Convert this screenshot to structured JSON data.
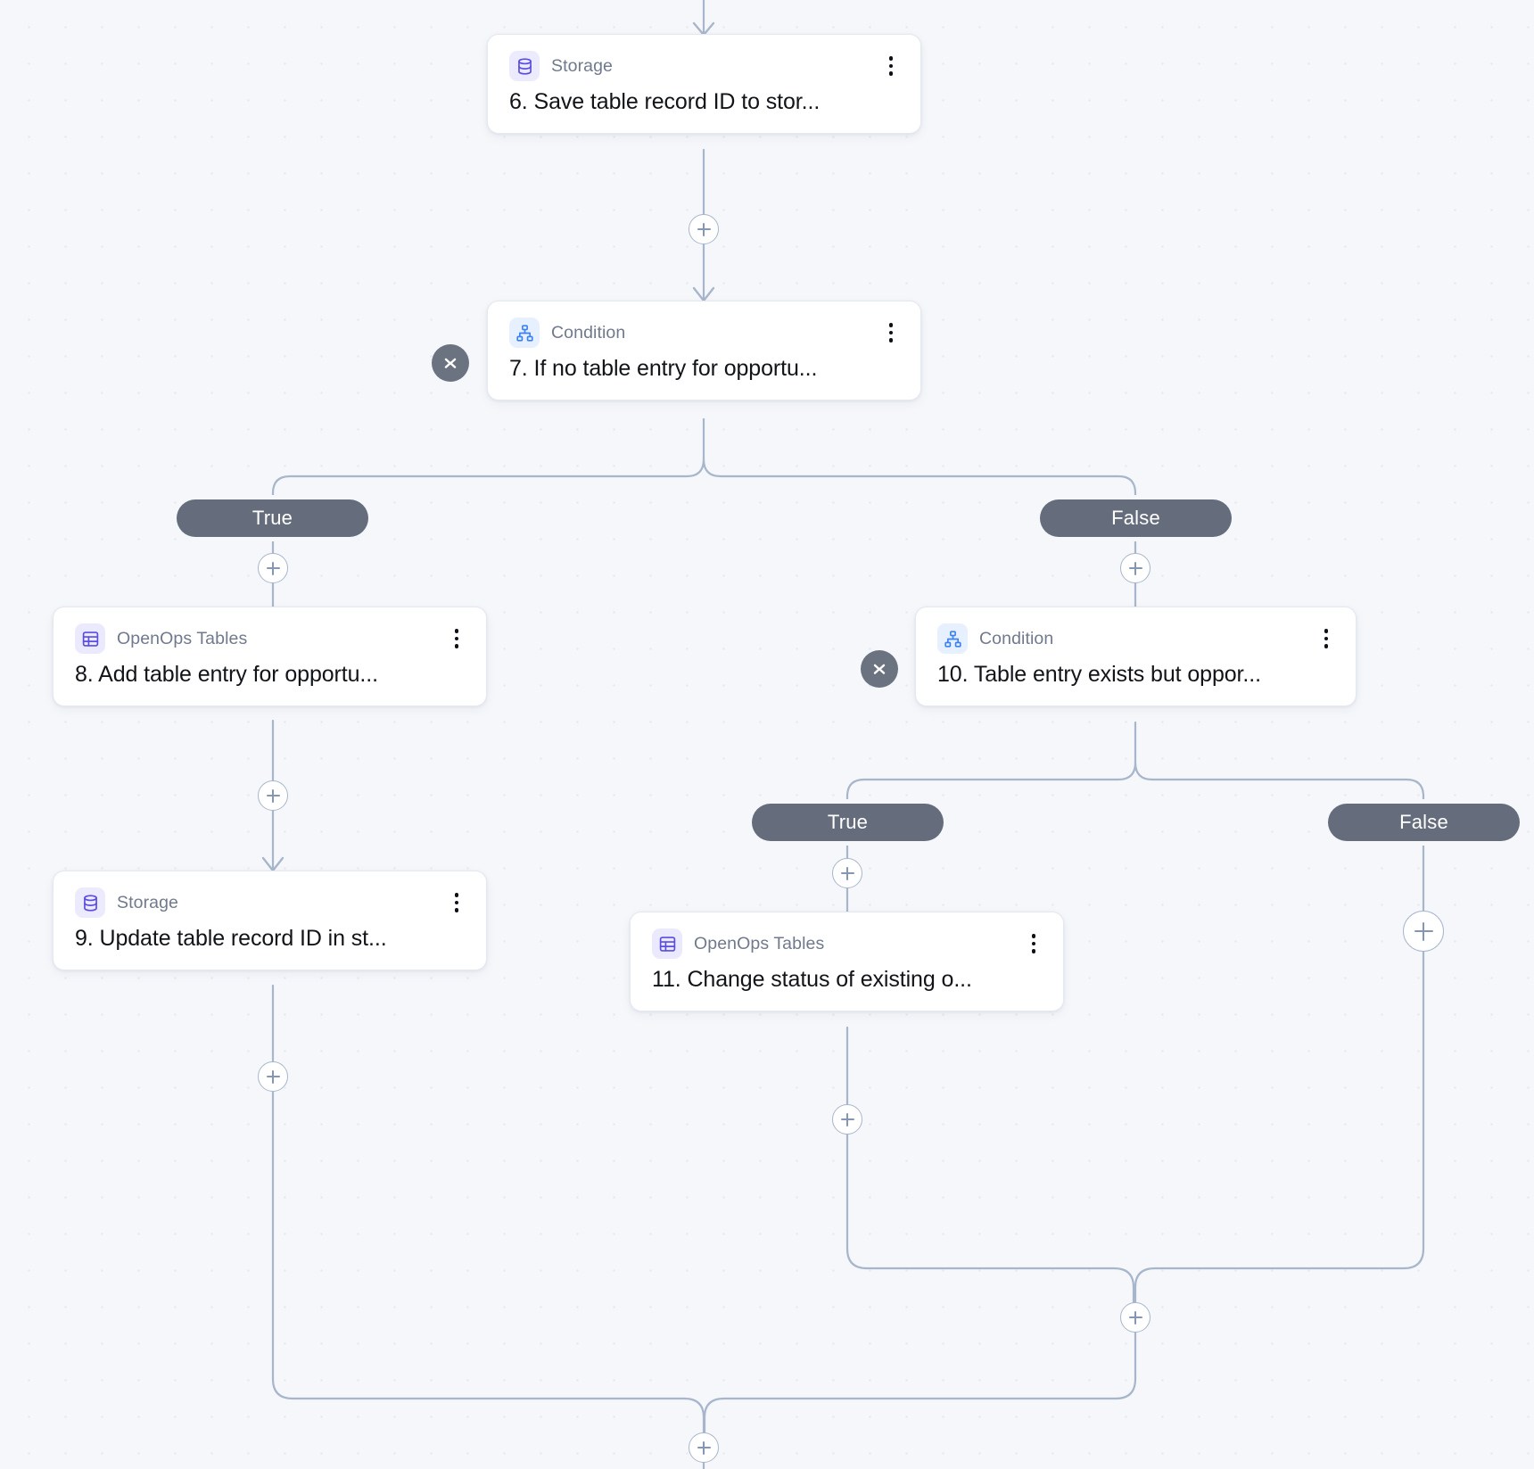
{
  "canvas": {
    "background_color": "#f5f7fb",
    "dot_color": "#e3e6ef",
    "edge_color": "#a8b6cc"
  },
  "nodes": [
    {
      "id": "step-6",
      "kind": "Storage",
      "icon": "database-icon",
      "title": "6. Save table record ID to stor...",
      "has_menu": true,
      "has_collapse": false
    },
    {
      "id": "step-7",
      "kind": "Condition",
      "icon": "sitemap-icon",
      "title": "7. If no table entry for opportu...",
      "has_menu": true,
      "has_collapse": true
    },
    {
      "id": "step-8",
      "kind": "OpenOps Tables",
      "icon": "table-grid-icon",
      "title": "8. Add table entry for opportu...",
      "has_menu": true,
      "has_collapse": false
    },
    {
      "id": "step-9",
      "kind": "Storage",
      "icon": "database-icon",
      "title": "9. Update table record ID in st...",
      "has_menu": true,
      "has_collapse": false
    },
    {
      "id": "step-10",
      "kind": "Condition",
      "icon": "sitemap-icon",
      "title": "10. Table entry exists but oppor...",
      "has_menu": true,
      "has_collapse": true
    },
    {
      "id": "step-11",
      "kind": "OpenOps Tables",
      "icon": "table-grid-icon",
      "title": "11. Change status of existing o...",
      "has_menu": true,
      "has_collapse": false
    }
  ],
  "branches": [
    {
      "id": "branch-7-true",
      "label": "True"
    },
    {
      "id": "branch-7-false",
      "label": "False"
    },
    {
      "id": "branch-10-true",
      "label": "True"
    },
    {
      "id": "branch-10-false",
      "label": "False"
    }
  ],
  "add_buttons": [
    {
      "id": "add-after-6"
    },
    {
      "id": "add-branch-7-true"
    },
    {
      "id": "add-branch-7-false"
    },
    {
      "id": "add-after-8"
    },
    {
      "id": "add-after-9"
    },
    {
      "id": "add-branch-10-true"
    },
    {
      "id": "add-after-11"
    },
    {
      "id": "add-branch-10-false"
    },
    {
      "id": "add-merge-10"
    },
    {
      "id": "add-merge-7"
    }
  ],
  "icons": {
    "menu": "vertical-dots-icon",
    "collapse": "collapse-chevrons-icon",
    "add": "plus-icon"
  }
}
